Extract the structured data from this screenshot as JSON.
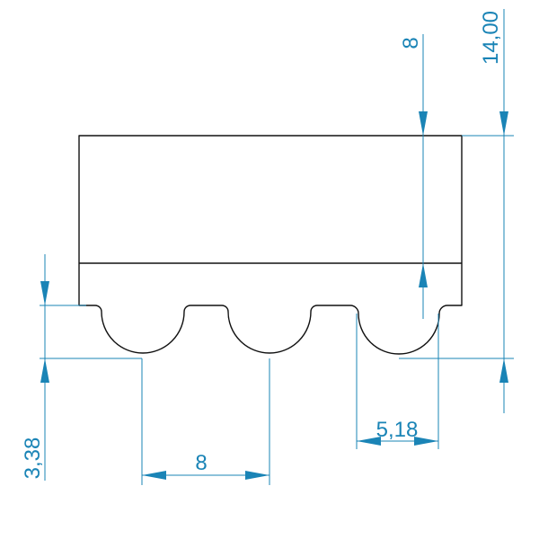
{
  "colors": {
    "outline": "#111111",
    "dimension": "#1a84b6",
    "background": "#ffffff"
  },
  "dimensions": {
    "pitch_top": "8",
    "total_height": "14,00",
    "tooth_height": "3,38",
    "pitch_bottom": "8",
    "tooth_width": "5,18"
  }
}
